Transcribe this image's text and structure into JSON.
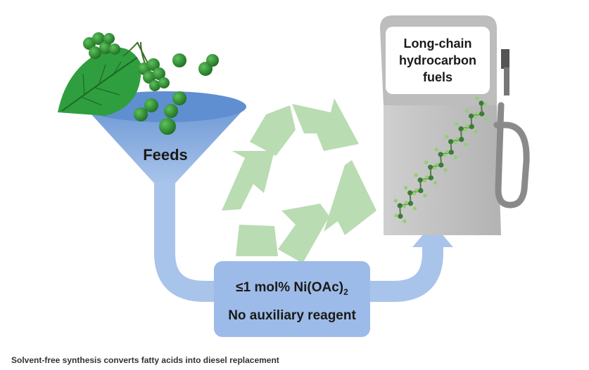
{
  "diagram": {
    "feeds_label": "Feeds",
    "catalyst_prefix": "≤1 mol% Ni(OAc)",
    "catalyst_subscript": "2",
    "reagent_label": "No auxiliary reagent",
    "fuel_label_lines": [
      "Long-chain",
      "hydrocarbon",
      "fuels"
    ]
  },
  "caption": "Solvent-free synthesis converts fatty acids into diesel replacement",
  "colors": {
    "funnel_top": "#5f8fd0",
    "funnel_body": "#8fb3e6",
    "pipe": "#a9c4ea",
    "reactor": "#9dbbe8",
    "recycle": "#b9dcb2",
    "pump_body": "#bdbdbd",
    "pump_screen": "#ffffff",
    "hose": "#8a8a8a",
    "leaf": "#2f9e3f",
    "berry": "#2e8a2e",
    "molecule_carbon": "#3e7a3a",
    "molecule_hydrogen": "#8fd16f"
  },
  "icons": {
    "feedstock": "plant-berries-icon",
    "recycle": "recycle-arrows-icon",
    "fuel_pump": "fuel-pump-icon",
    "molecule": "hydrocarbon-chain-icon"
  }
}
